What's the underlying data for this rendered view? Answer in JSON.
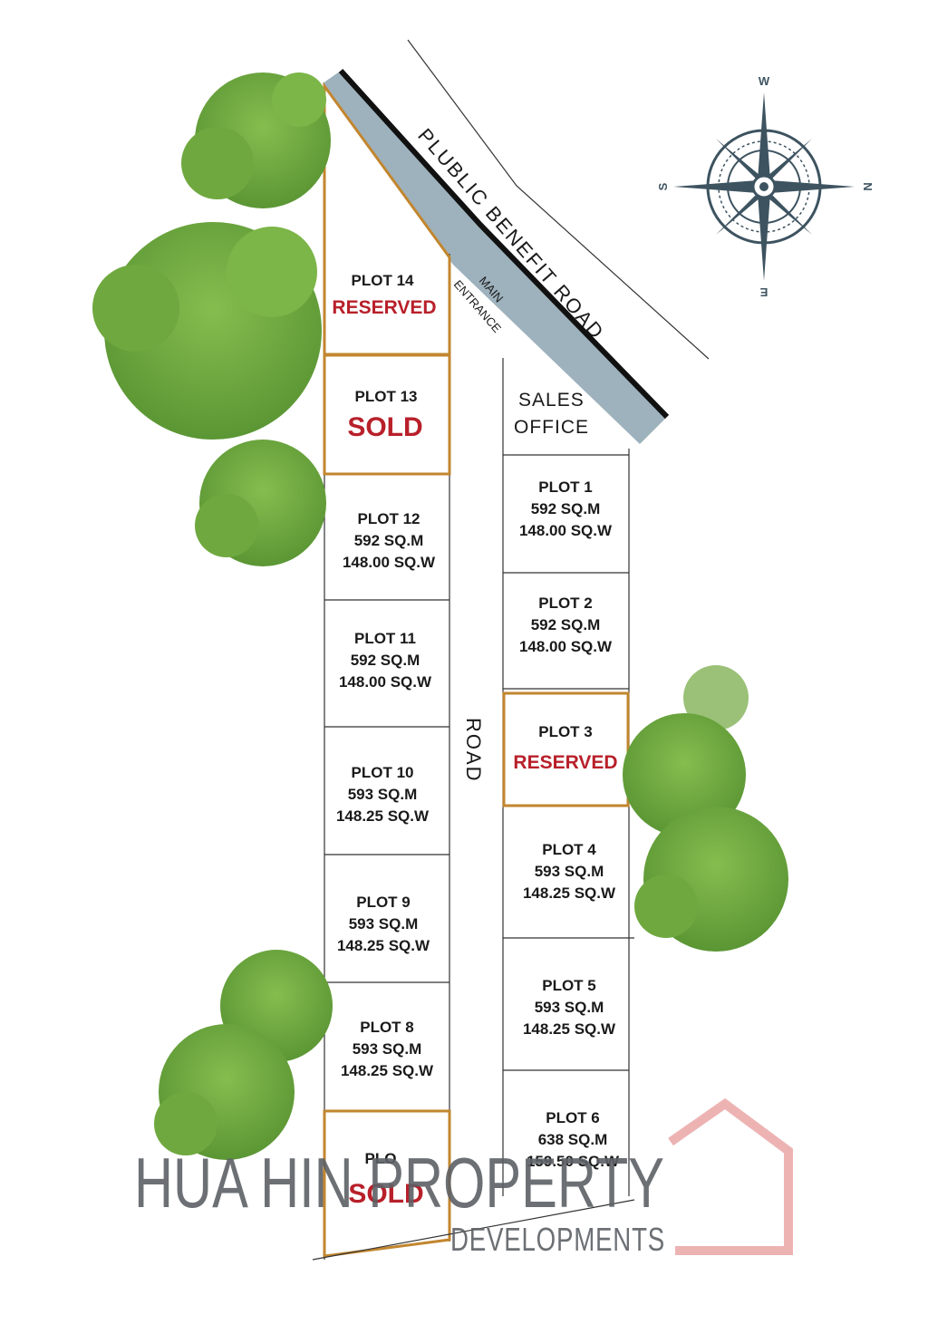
{
  "road_name": "PLUBLIC  BENEFIT ROAD",
  "entrance_label_line1": "MAIN",
  "entrance_label_line2": "ENTRANCE",
  "inner_road_label": "ROAD",
  "sales_office_line1": "SALES",
  "sales_office_line2": "OFFICE",
  "compass": {
    "n": "N",
    "s": "S",
    "e": "E",
    "w": "W"
  },
  "colors": {
    "highlight_border": "#c2862f",
    "status_red": "#b8202a",
    "road_fill": "#9eb2bd",
    "tree_green": "#6fa83f"
  },
  "plots": [
    {
      "id": "p14",
      "name": "PLOT 14",
      "status": "RESERVED"
    },
    {
      "id": "p13",
      "name": "PLOT 13",
      "status": "SOLD"
    },
    {
      "id": "p12",
      "name": "PLOT 12",
      "sqm": "592 SQ.M",
      "sqw": "148.00 SQ.W"
    },
    {
      "id": "p11",
      "name": "PLOT 11",
      "sqm": "592 SQ.M",
      "sqw": "148.00 SQ.W"
    },
    {
      "id": "p10",
      "name": "PLOT 10",
      "sqm": "593 SQ.M",
      "sqw": "148.25 SQ.W"
    },
    {
      "id": "p9",
      "name": "PLOT 9",
      "sqm": "593 SQ.M",
      "sqw": "148.25 SQ.W"
    },
    {
      "id": "p8",
      "name": "PLOT 8",
      "sqm": "593 SQ.M",
      "sqw": "148.25 SQ.W"
    },
    {
      "id": "p7",
      "name": "PLO",
      "status": "SOLD"
    },
    {
      "id": "p1",
      "name": "PLOT 1",
      "sqm": "592 SQ.M",
      "sqw": "148.00 SQ.W"
    },
    {
      "id": "p2",
      "name": "PLOT 2",
      "sqm": "592 SQ.M",
      "sqw": "148.00 SQ.W"
    },
    {
      "id": "p3",
      "name": "PLOT 3",
      "status": "RESERVED"
    },
    {
      "id": "p4",
      "name": "PLOT 4",
      "sqm": "593 SQ.M",
      "sqw": "148.25 SQ.W"
    },
    {
      "id": "p5",
      "name": "PLOT 5",
      "sqm": "593 SQ.M",
      "sqw": "148.25 SQ.W"
    },
    {
      "id": "p6",
      "name": "PLOT 6",
      "sqm": "638 SQ.M",
      "sqw": "159.50 SQ.W"
    }
  ],
  "watermark": {
    "line1": "HUA HIN PROPERTY",
    "line2": "DEVELOPMENTS"
  }
}
